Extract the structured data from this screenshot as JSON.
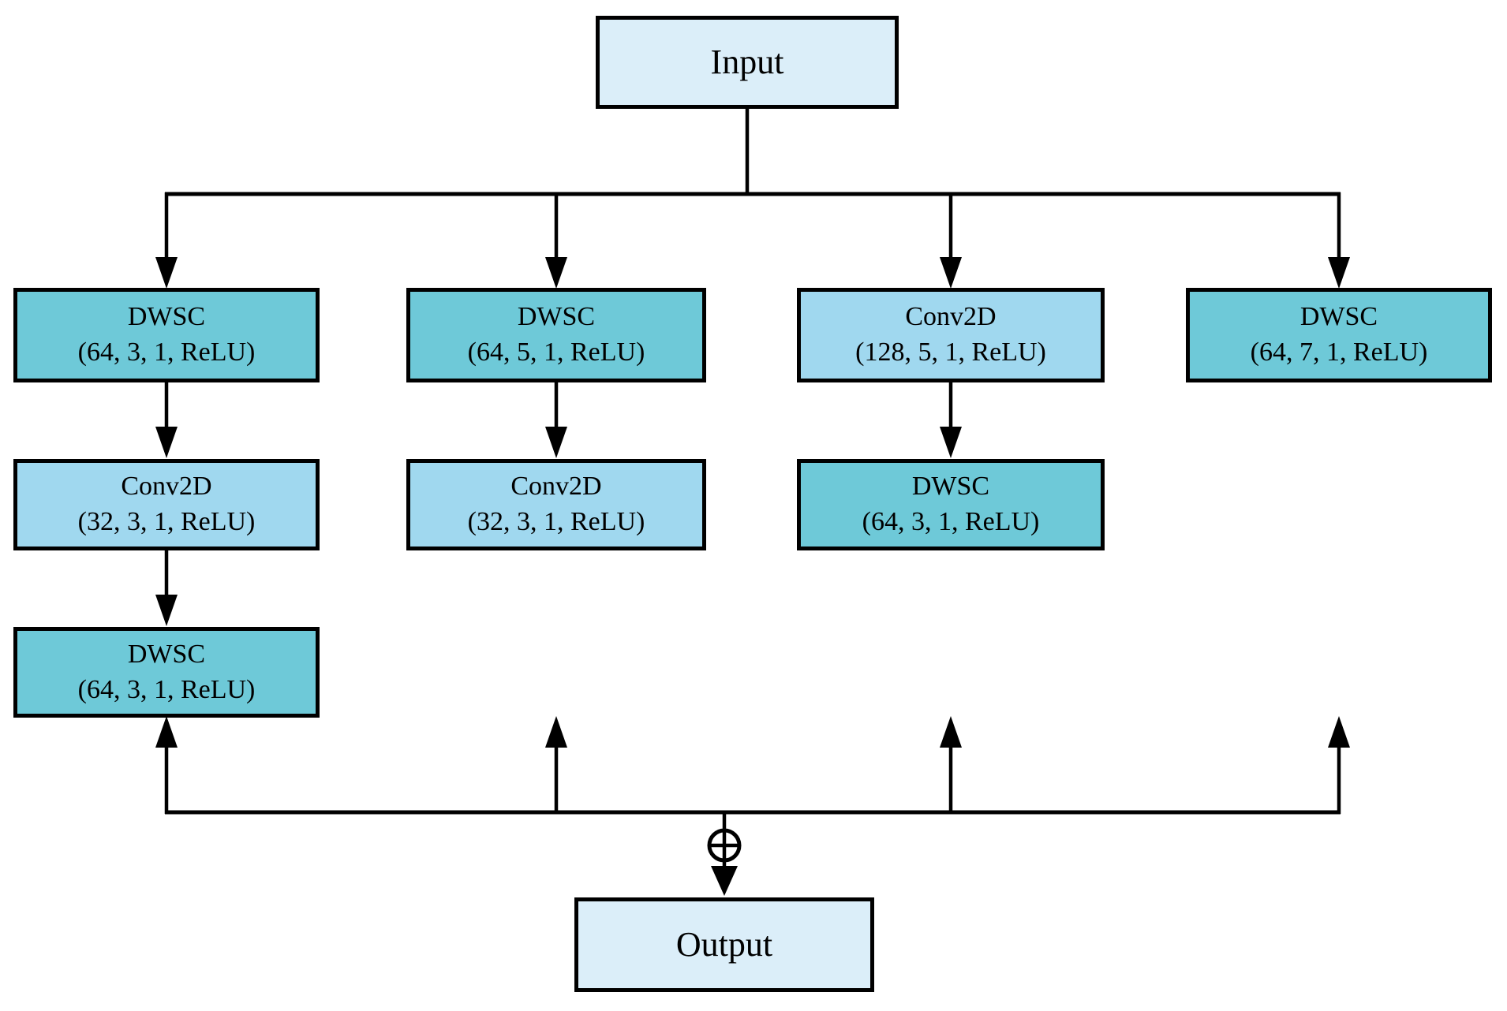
{
  "diagram": {
    "input_label": "Input",
    "output_label": "Output",
    "merge_operator": "⊕",
    "branches": [
      {
        "layers": [
          {
            "type": "DWSC",
            "params": "(64, 3, 1, ReLU)"
          },
          {
            "type": "Conv2D",
            "params": "(32, 3, 1, ReLU)"
          },
          {
            "type": "DWSC",
            "params": "(64, 3, 1, ReLU)"
          }
        ]
      },
      {
        "layers": [
          {
            "type": "DWSC",
            "params": "(64, 5, 1, ReLU)"
          },
          {
            "type": "Conv2D",
            "params": "(32, 3, 1, ReLU)"
          }
        ]
      },
      {
        "layers": [
          {
            "type": "Conv2D",
            "params": "(128, 5, 1, ReLU)"
          },
          {
            "type": "DWSC",
            "params": "(64, 3, 1, ReLU)"
          }
        ]
      },
      {
        "layers": [
          {
            "type": "DWSC",
            "params": "(64, 7, 1, ReLU)"
          }
        ]
      }
    ]
  },
  "colors": {
    "io_fill": "#DBEEF9",
    "dwsc_fill": "#6EC9D8",
    "conv_fill": "#A0D8EF",
    "line": "#000000"
  }
}
